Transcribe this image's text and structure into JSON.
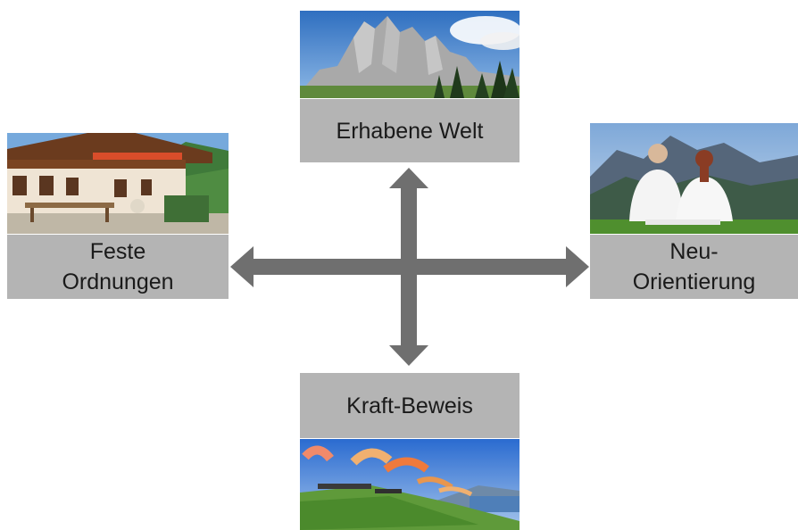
{
  "nodes": {
    "top": {
      "label": "Erhabene Welt",
      "photo": "mountain-peaks-photo"
    },
    "left": {
      "label": "Feste\nOrdnungen",
      "photo": "alpine-farmhouse-photo"
    },
    "right": {
      "label": "Neu-\nOrientierung",
      "photo": "couple-in-bathrobes-photo"
    },
    "bottom": {
      "label": "Kraft-Beweis",
      "photo": "paragliders-photo"
    }
  },
  "colors": {
    "arrow": "#6f6f6f",
    "label_bg": "#b4b4b4",
    "label_text": "#1a1a1a"
  }
}
